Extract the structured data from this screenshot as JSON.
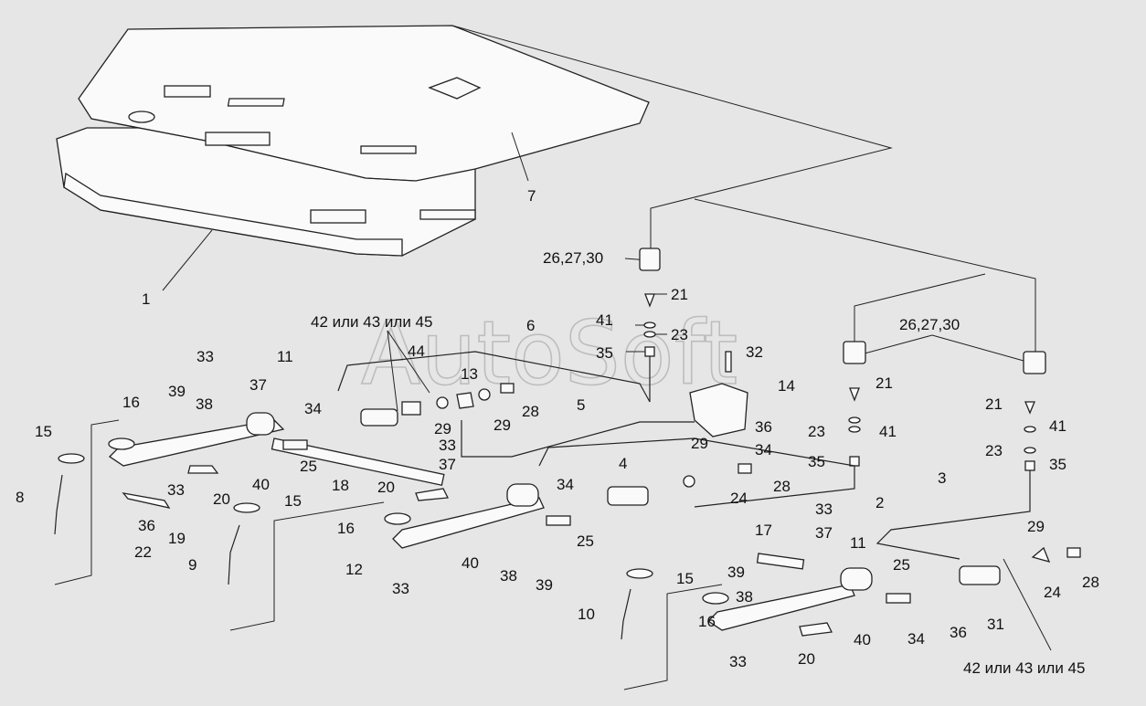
{
  "watermark": "AutoSoft",
  "labels": [
    {
      "id": "1",
      "text": "1"
    },
    {
      "id": "7",
      "text": "7"
    },
    {
      "id": "26a",
      "text": "26,27,30"
    },
    {
      "id": "21a",
      "text": "21"
    },
    {
      "id": "41a",
      "text": "41"
    },
    {
      "id": "23a",
      "text": "23"
    },
    {
      "id": "35a",
      "text": "35"
    },
    {
      "id": "32",
      "text": "32"
    },
    {
      "id": "14",
      "text": "14"
    },
    {
      "id": "26b",
      "text": "26,27,30"
    },
    {
      "id": "21b",
      "text": "21"
    },
    {
      "id": "23b",
      "text": "23"
    },
    {
      "id": "41b",
      "text": "41"
    },
    {
      "id": "35b",
      "text": "35"
    },
    {
      "id": "21c",
      "text": "21"
    },
    {
      "id": "41c",
      "text": "41"
    },
    {
      "id": "23c",
      "text": "23"
    },
    {
      "id": "35c",
      "text": "35"
    },
    {
      "id": "42a",
      "text": "42 или 43 или 45"
    },
    {
      "id": "6",
      "text": "6"
    },
    {
      "id": "44",
      "text": "44"
    },
    {
      "id": "13",
      "text": "13"
    },
    {
      "id": "33a",
      "text": "33"
    },
    {
      "id": "11a",
      "text": "11"
    },
    {
      "id": "37a",
      "text": "37"
    },
    {
      "id": "39a",
      "text": "39"
    },
    {
      "id": "38a",
      "text": "38"
    },
    {
      "id": "16a",
      "text": "16"
    },
    {
      "id": "34a",
      "text": "34"
    },
    {
      "id": "29a",
      "text": "29"
    },
    {
      "id": "29b",
      "text": "29"
    },
    {
      "id": "28a",
      "text": "28"
    },
    {
      "id": "5",
      "text": "5"
    },
    {
      "id": "36a",
      "text": "36"
    },
    {
      "id": "34b",
      "text": "34"
    },
    {
      "id": "15a",
      "text": "15"
    },
    {
      "id": "33b",
      "text": "33"
    },
    {
      "id": "37b",
      "text": "37"
    },
    {
      "id": "25a",
      "text": "25"
    },
    {
      "id": "4",
      "text": "4"
    },
    {
      "id": "29c",
      "text": "29"
    },
    {
      "id": "28b",
      "text": "28"
    },
    {
      "id": "18",
      "text": "18"
    },
    {
      "id": "40a",
      "text": "40"
    },
    {
      "id": "33c",
      "text": "33"
    },
    {
      "id": "20a",
      "text": "20"
    },
    {
      "id": "34c",
      "text": "34"
    },
    {
      "id": "24a",
      "text": "24"
    },
    {
      "id": "2",
      "text": "2"
    },
    {
      "id": "3",
      "text": "3"
    },
    {
      "id": "8",
      "text": "8"
    },
    {
      "id": "36b",
      "text": "36"
    },
    {
      "id": "19",
      "text": "19"
    },
    {
      "id": "22",
      "text": "22"
    },
    {
      "id": "15b",
      "text": "15"
    },
    {
      "id": "20b",
      "text": "20"
    },
    {
      "id": "16b",
      "text": "16"
    },
    {
      "id": "25b",
      "text": "25"
    },
    {
      "id": "9",
      "text": "9"
    },
    {
      "id": "12",
      "text": "12"
    },
    {
      "id": "40b",
      "text": "40"
    },
    {
      "id": "38b",
      "text": "38"
    },
    {
      "id": "39b",
      "text": "39"
    },
    {
      "id": "33d",
      "text": "33"
    },
    {
      "id": "33e",
      "text": "33"
    },
    {
      "id": "37c",
      "text": "37"
    },
    {
      "id": "17",
      "text": "17"
    },
    {
      "id": "11b",
      "text": "11"
    },
    {
      "id": "29d",
      "text": "29"
    },
    {
      "id": "15c",
      "text": "15"
    },
    {
      "id": "39c",
      "text": "39"
    },
    {
      "id": "25c",
      "text": "25"
    },
    {
      "id": "24b",
      "text": "24"
    },
    {
      "id": "28c",
      "text": "28"
    },
    {
      "id": "38c",
      "text": "38"
    },
    {
      "id": "10",
      "text": "10"
    },
    {
      "id": "16c",
      "text": "16"
    },
    {
      "id": "40c",
      "text": "40"
    },
    {
      "id": "34d",
      "text": "34"
    },
    {
      "id": "36c",
      "text": "36"
    },
    {
      "id": "31",
      "text": "31"
    },
    {
      "id": "33f",
      "text": "33"
    },
    {
      "id": "20c",
      "text": "20"
    },
    {
      "id": "42b",
      "text": "42 или 43 или 45"
    }
  ]
}
